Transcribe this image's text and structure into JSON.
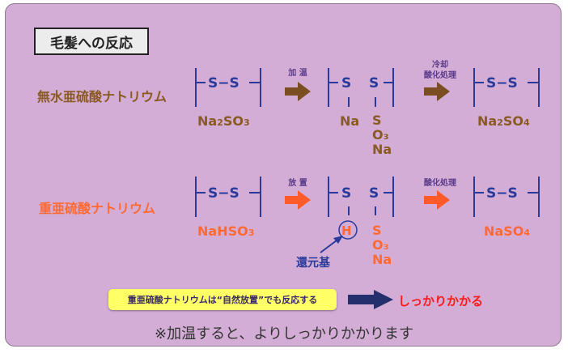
{
  "colors": {
    "background_panel": "#d3add5",
    "anhydrous_brown": "#8a5a22",
    "bisulfite_orange": "#ff6a33",
    "structure_blue": "#2a3a9a",
    "step_purple": "#5a3a8a",
    "callout_yellow": "#ffff66",
    "result_red": "#ff1a1a"
  },
  "title": "毛髪への反応",
  "rows": [
    {
      "name": "無水亜硫酸ナトリウム",
      "bond": "S–S",
      "step1_label": "加 温",
      "broken_s_left": "S",
      "broken_s_right": "S",
      "step2_label_line1": "冷却",
      "step2_label_line2": "酸化処理",
      "reagent_text": "Na",
      "reagent_sub": "2",
      "reagent_text2": "SO",
      "reagent_sub2": "3",
      "left_atom": "Na",
      "right_chain": [
        "S",
        "O₃",
        "Na"
      ],
      "product_text": "Na",
      "product_sub": "2",
      "product_text2": "SO",
      "product_sub2": "4"
    },
    {
      "name": "重亜硫酸ナトリウム",
      "bond": "S–S",
      "step1_label": "放 置",
      "broken_s_left": "S",
      "broken_s_right": "S",
      "step2_label_line1": "酸化処理",
      "reagent_text": "NaHSO",
      "reagent_sub": "3",
      "left_atom": "H",
      "right_chain": [
        "S",
        "O₃",
        "Na"
      ],
      "reducing_group_label": "還元基",
      "product_text": "NaSO",
      "product_sub": "4"
    }
  ],
  "callout": "重亜硫酸ナトリウムは“自然放置”でも反応する",
  "result": "しっかりかかる",
  "note": "※加温すると、よりしっかりかかります",
  "icons": [
    "arrow-right-icon",
    "blue-arrow-icon",
    "circle-h-icon",
    "pointer-arrow-icon"
  ]
}
